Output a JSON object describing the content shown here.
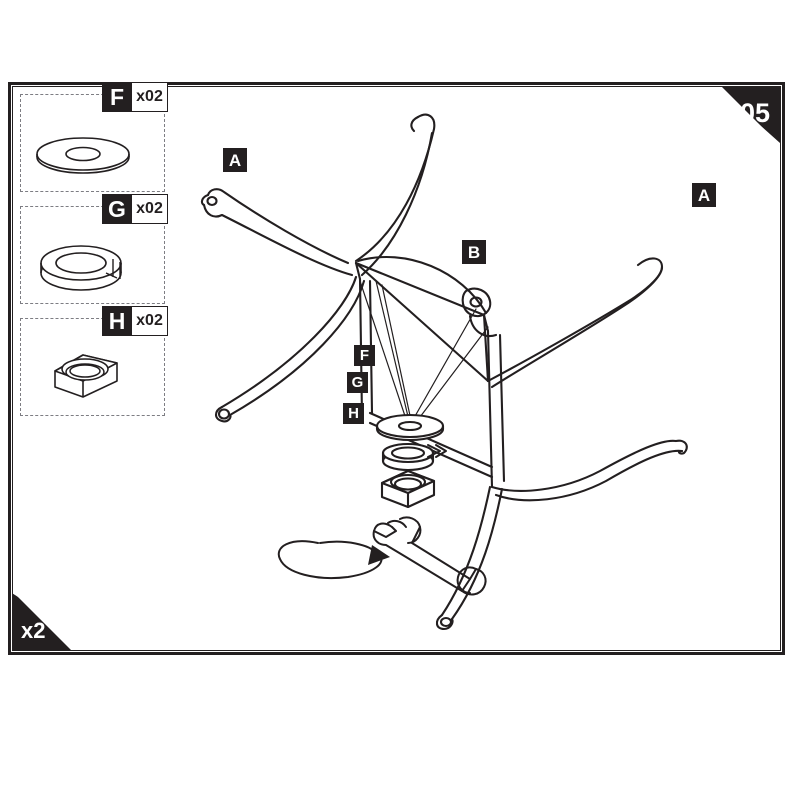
{
  "sheet": {
    "step_number": "05",
    "repeat_label": "x2",
    "ink_color": "#231f20",
    "background": "#ffffff",
    "dashed_border_color": "#7d7d83"
  },
  "parts_panel": {
    "items": [
      {
        "code": "F",
        "quantity": "x02",
        "icon": "flat-washer-icon",
        "name": "flat-washer"
      },
      {
        "code": "G",
        "quantity": "x02",
        "icon": "spring-washer-icon",
        "name": "spring-lock-washer"
      },
      {
        "code": "H",
        "quantity": "x02",
        "icon": "hex-nut-icon",
        "name": "hex-nut"
      }
    ]
  },
  "diagram": {
    "callouts": [
      {
        "code": "A",
        "target": "left-curved-leg"
      },
      {
        "code": "A",
        "target": "right-curved-leg"
      },
      {
        "code": "B",
        "target": "center-bracket-plate"
      },
      {
        "code": "F",
        "target": "flat-washer-placement"
      },
      {
        "code": "G",
        "target": "spring-washer-placement"
      },
      {
        "code": "H",
        "target": "hex-nut-placement"
      }
    ],
    "tools": [
      "wrench-icon"
    ],
    "motion": {
      "icon": "rotation-arrow-icon",
      "direction": "clockwise"
    }
  }
}
